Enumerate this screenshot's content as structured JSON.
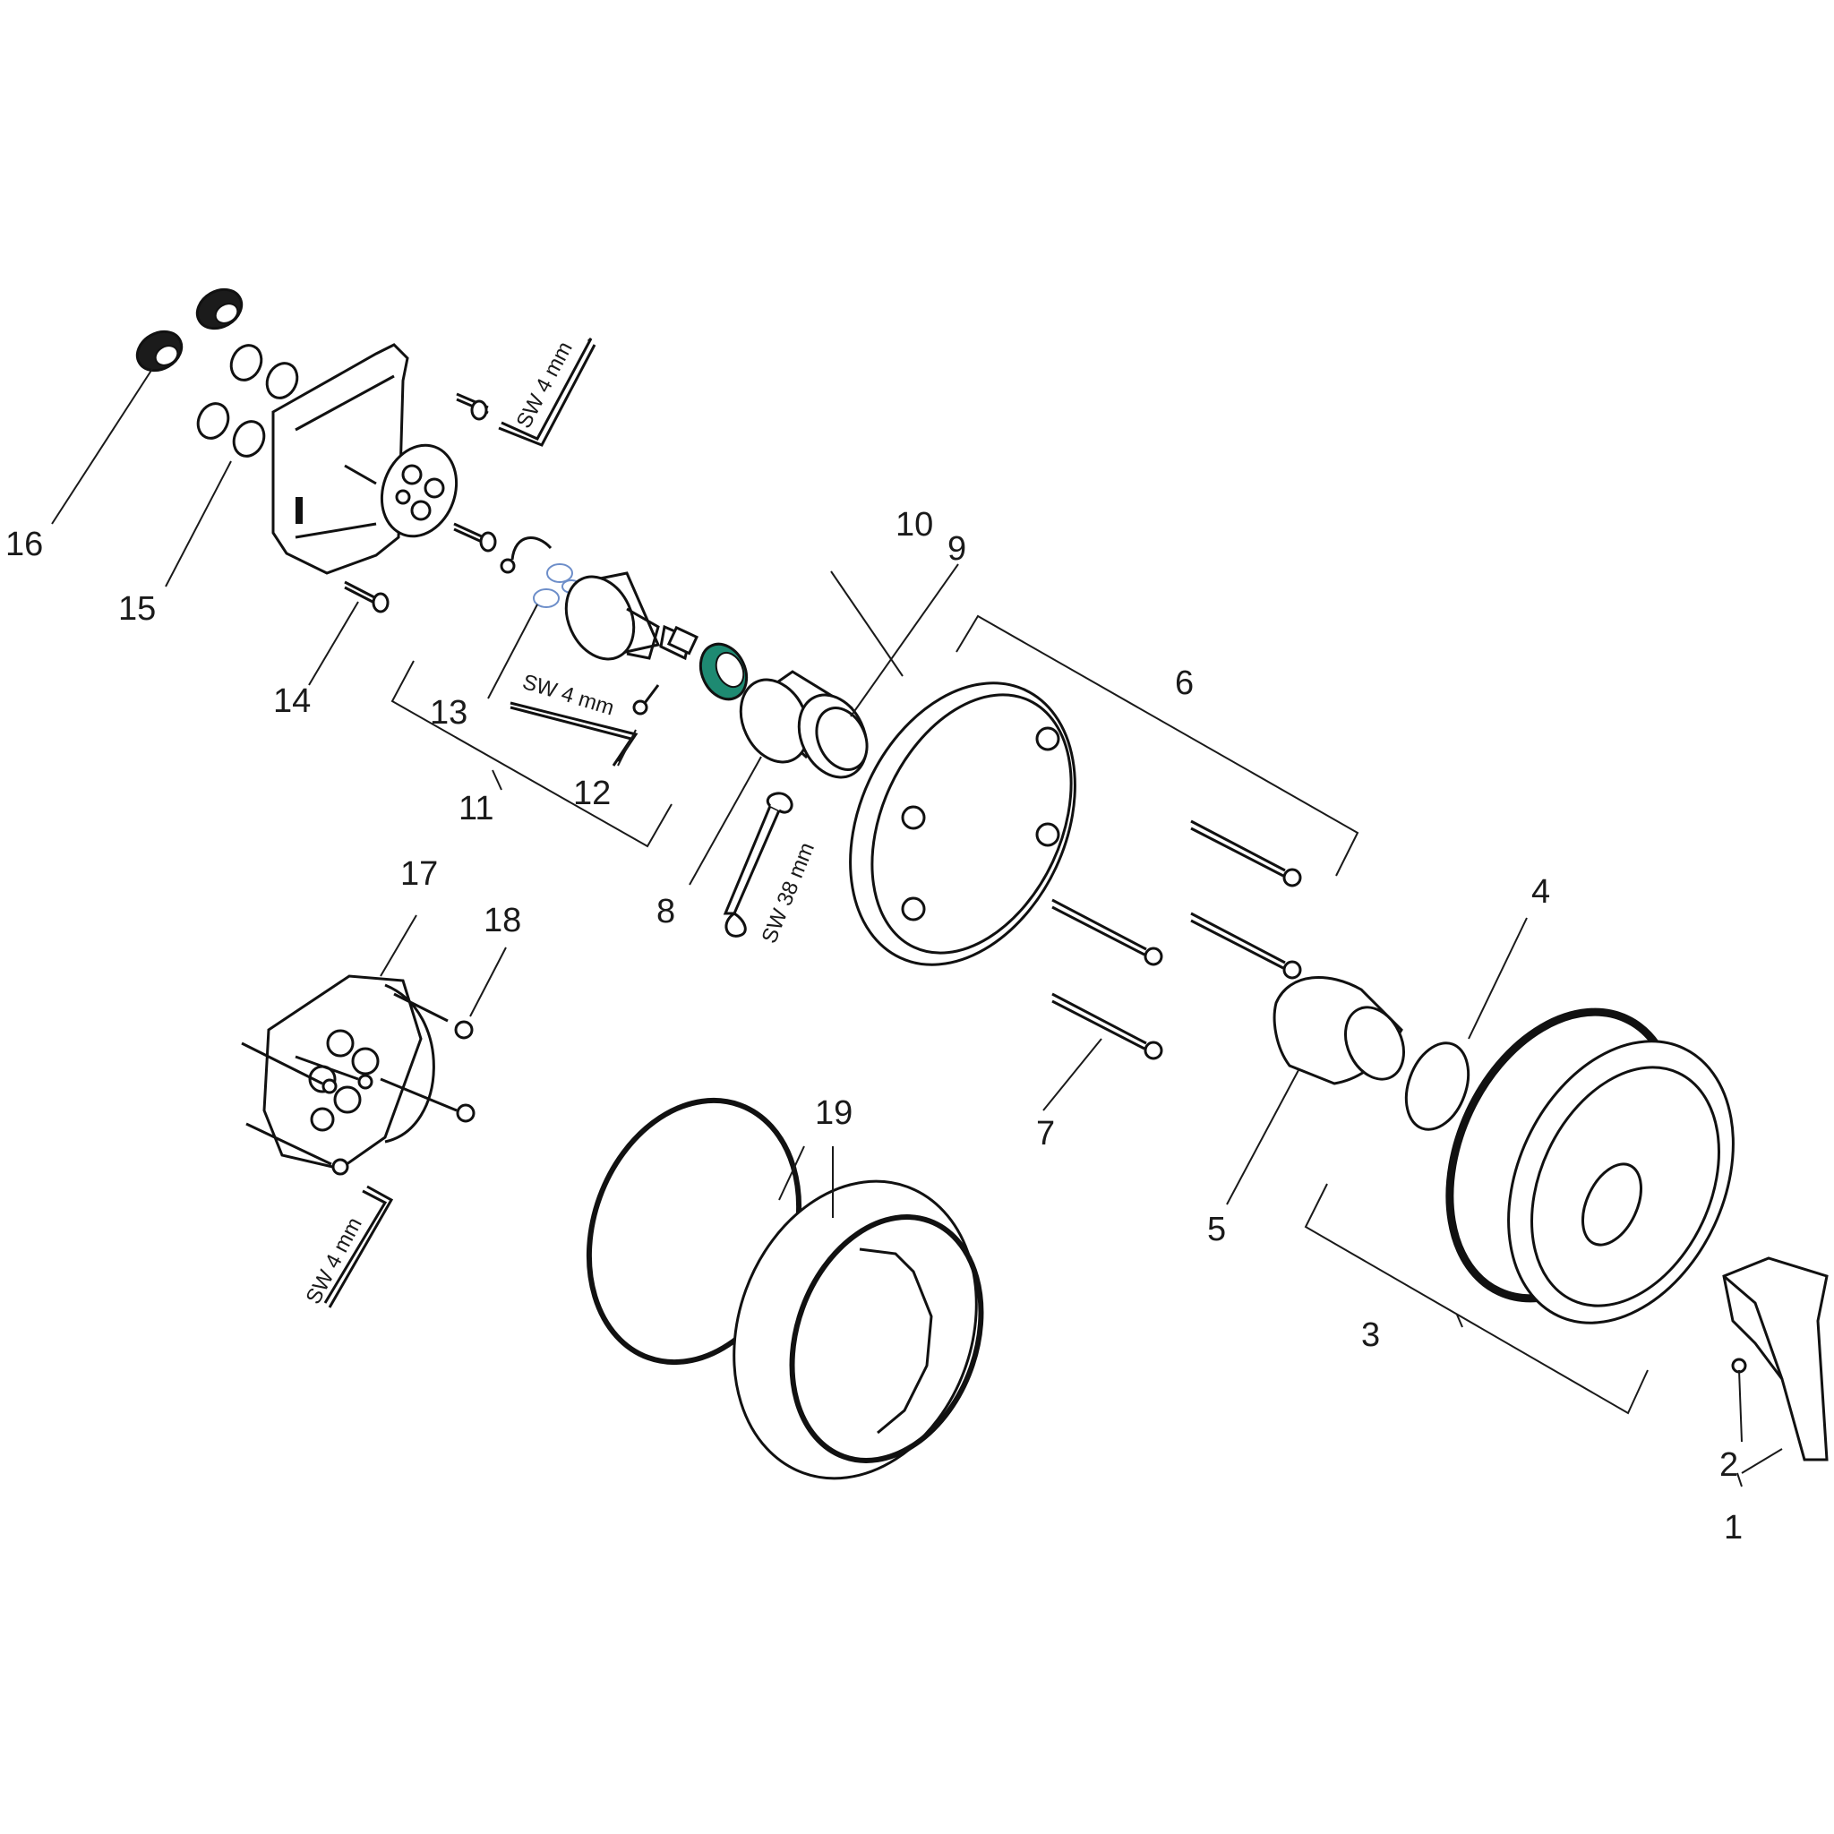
{
  "diagram": {
    "part_numbers": {
      "p1": "1",
      "p2": "2",
      "p3": "3",
      "p4": "4",
      "p5": "5",
      "p6": "6",
      "p7": "7",
      "p8": "8",
      "p9": "9",
      "p10": "10",
      "p11": "11",
      "p12": "12",
      "p13": "13",
      "p14": "14",
      "p15": "15",
      "p16": "16",
      "p17": "17",
      "p18": "18",
      "p19": "19"
    },
    "tool_labels": {
      "hex_key_top": "SW 4 mm",
      "hex_key_middle": "SW 4 mm",
      "hex_key_bottom": "SW 4 mm",
      "wrench": "SW 38 mm"
    },
    "colors": {
      "line": "#1a1a1a",
      "cartridge_nut_accent": "#1e8a72",
      "o_ring_accent": "#6d8ec9"
    }
  }
}
